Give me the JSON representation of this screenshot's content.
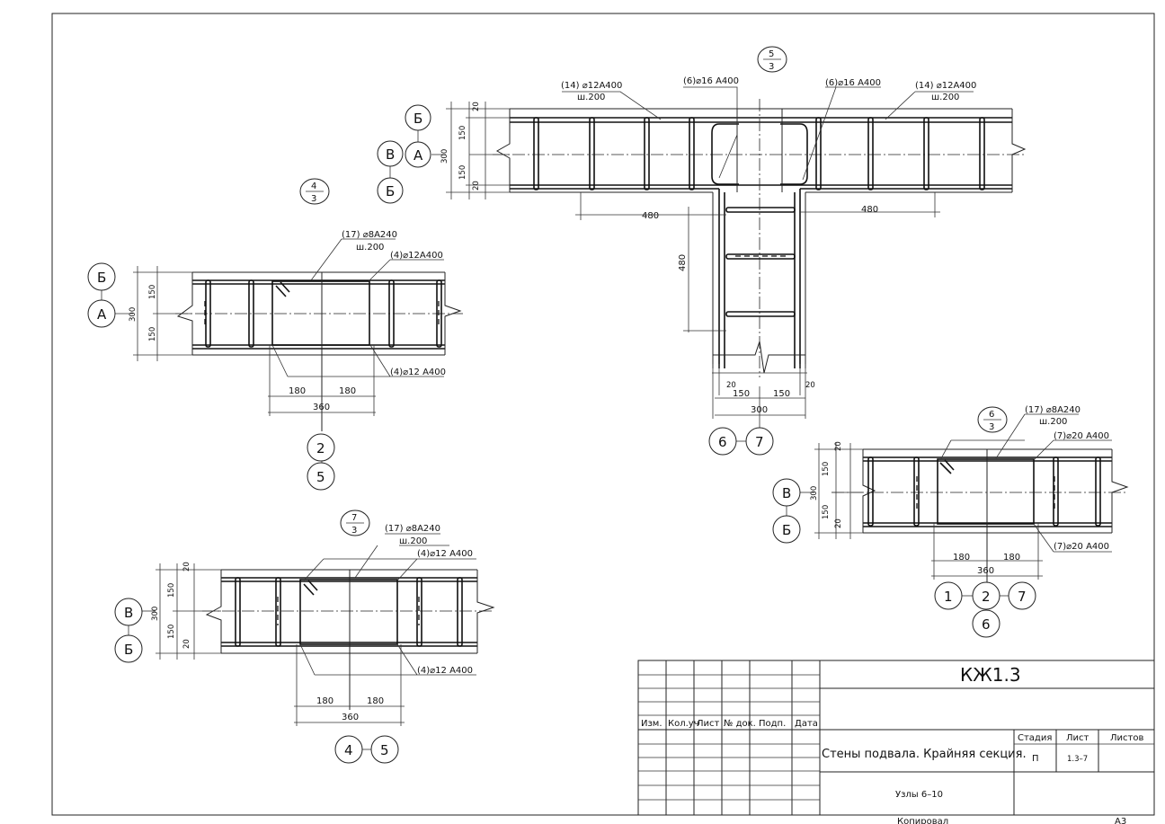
{
  "sheet": {
    "code": "КЖ1.3",
    "title": "Стены подвала. Крайняя секция.",
    "subtitle": "Узлы 6–10",
    "copied": "Копировал",
    "format": "А3"
  },
  "titleblock": {
    "headers": [
      "Изм.",
      "Кол.уч",
      "Лист",
      "№ док.",
      "Подп.",
      "Дата"
    ],
    "stage_label": "Стадия",
    "sheet_label": "Лист",
    "sheets_label": "Листов",
    "stage": "П",
    "sheet": "1.3–7"
  },
  "node_tags": [
    {
      "num": "5",
      "den": "3"
    },
    {
      "num": "4",
      "den": "3"
    },
    {
      "num": "6",
      "den": "3"
    },
    {
      "num": "7",
      "den": "3"
    }
  ],
  "axes": {
    "top": [
      "Б",
      "А",
      "В",
      "Б"
    ],
    "left_mid": [
      "Б",
      "А"
    ],
    "left_bottom": [
      "В",
      "Б"
    ],
    "right": [
      "В",
      "Б"
    ],
    "tee": [
      "6",
      "7"
    ],
    "mid": [
      "2",
      "5"
    ],
    "bottom": [
      "4",
      "5"
    ],
    "right_chain": [
      "1",
      "2",
      "7",
      "6"
    ]
  },
  "callouts": {
    "top_left": [
      "(14) ⌀12А400",
      "ш.200"
    ],
    "top_mid_left": [
      "(6)⌀16 А400"
    ],
    "top_mid_right": [
      "(6)⌀16 А400"
    ],
    "top_right": [
      "(14) ⌀12А400",
      "ш.200"
    ],
    "mid_stirrup": [
      "(17) ⌀8А240",
      "ш.200"
    ],
    "mid_top_bar": [
      "(4)⌀12А400"
    ],
    "mid_bot_bar": [
      "(4)⌀12 А400"
    ],
    "right_stirrup": [
      "(17) ⌀8А240",
      "ш.200"
    ],
    "right_top_bar": [
      "(7)⌀20 А400"
    ],
    "right_bot_bar": [
      "(7)⌀20 А400"
    ],
    "bot_stirrup": [
      "(17) ⌀8А240",
      "ш.200"
    ],
    "bot_top_bar": [
      "(4)⌀12 А400"
    ],
    "bot_bot_bar": [
      "(4)⌀12 А400"
    ]
  },
  "dims": {
    "d20": "20",
    "d150": "150",
    "d300": "300",
    "d480": "480",
    "d180": "180",
    "d360": "360"
  }
}
